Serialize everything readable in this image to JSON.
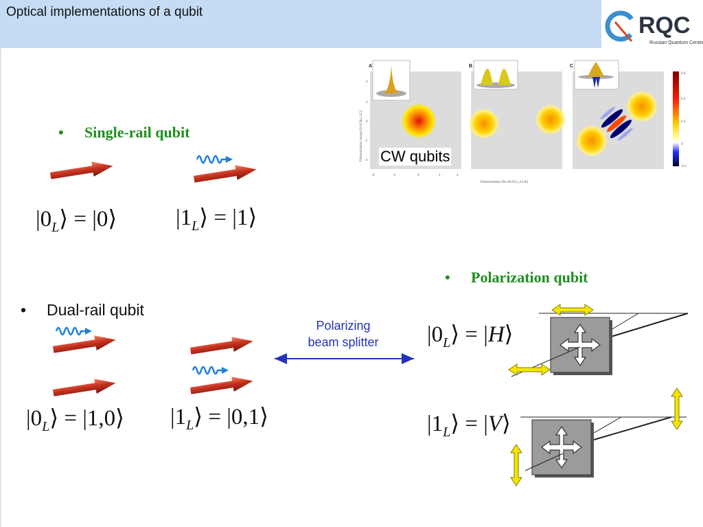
{
  "header": {
    "title": "Optical implementations of a qubit"
  },
  "logo": {
    "text": "RQC",
    "subtitle": "Russian Quantum Center",
    "colors": {
      "ring": "#3a8fd0",
      "tail": "#d9482b",
      "text": "#2a3540"
    }
  },
  "single_rail": {
    "bullet": "•",
    "label": "Single-rail qubit",
    "eq0": {
      "open": "|0",
      "sub": "L",
      "rest": "⟩ = |0⟩"
    },
    "eq1": {
      "open": "|1",
      "sub": "L",
      "rest": "⟩ = |1⟩"
    }
  },
  "dual_rail": {
    "bullet": "•",
    "label": "Dual-rail qubit",
    "eq0": {
      "open": "|0",
      "sub": "L",
      "rest": "⟩ = |1,0⟩"
    },
    "eq1": {
      "open": "|1",
      "sub": "L",
      "rest": "⟩ = |0,1⟩"
    }
  },
  "pbs": {
    "line1": "Polarizing",
    "line2": "beam splitter",
    "color": "#2233bb"
  },
  "polarization": {
    "bullet": "•",
    "label": "Polarization qubit",
    "eq0": {
      "open": "|0",
      "sub": "L",
      "rest": "⟩ = |",
      "state": "H",
      "close": "⟩"
    },
    "eq1": {
      "open": "|1",
      "sub": "L",
      "rest": "⟩ = |",
      "state": "V",
      "close": "⟩"
    }
  },
  "cw_figure": {
    "caption": "CW qubits",
    "panels": [
      "A",
      "B",
      "C"
    ],
    "x_ticks": [
      "-4",
      "-2",
      "0",
      "2",
      "4"
    ],
    "y_ticks": [
      "4",
      "2",
      "0",
      "-2",
      "-4"
    ],
    "xlabel": "Dimensionless flux Φ√(Cω_LC/ħ)",
    "ylabel": "Dimensionless charge Q/√(Cħω_LC)",
    "colorbar_ticks": [
      "0.6",
      "0.4",
      "0.2",
      "0",
      "-0.2"
    ]
  },
  "colors": {
    "accent_green": "#1f8f1f",
    "arrow_red": "#c0392b",
    "photon_blue": "#1e7fd8",
    "header_bg": "#c6dcf5",
    "pbs_yellow": "#f2e600"
  }
}
